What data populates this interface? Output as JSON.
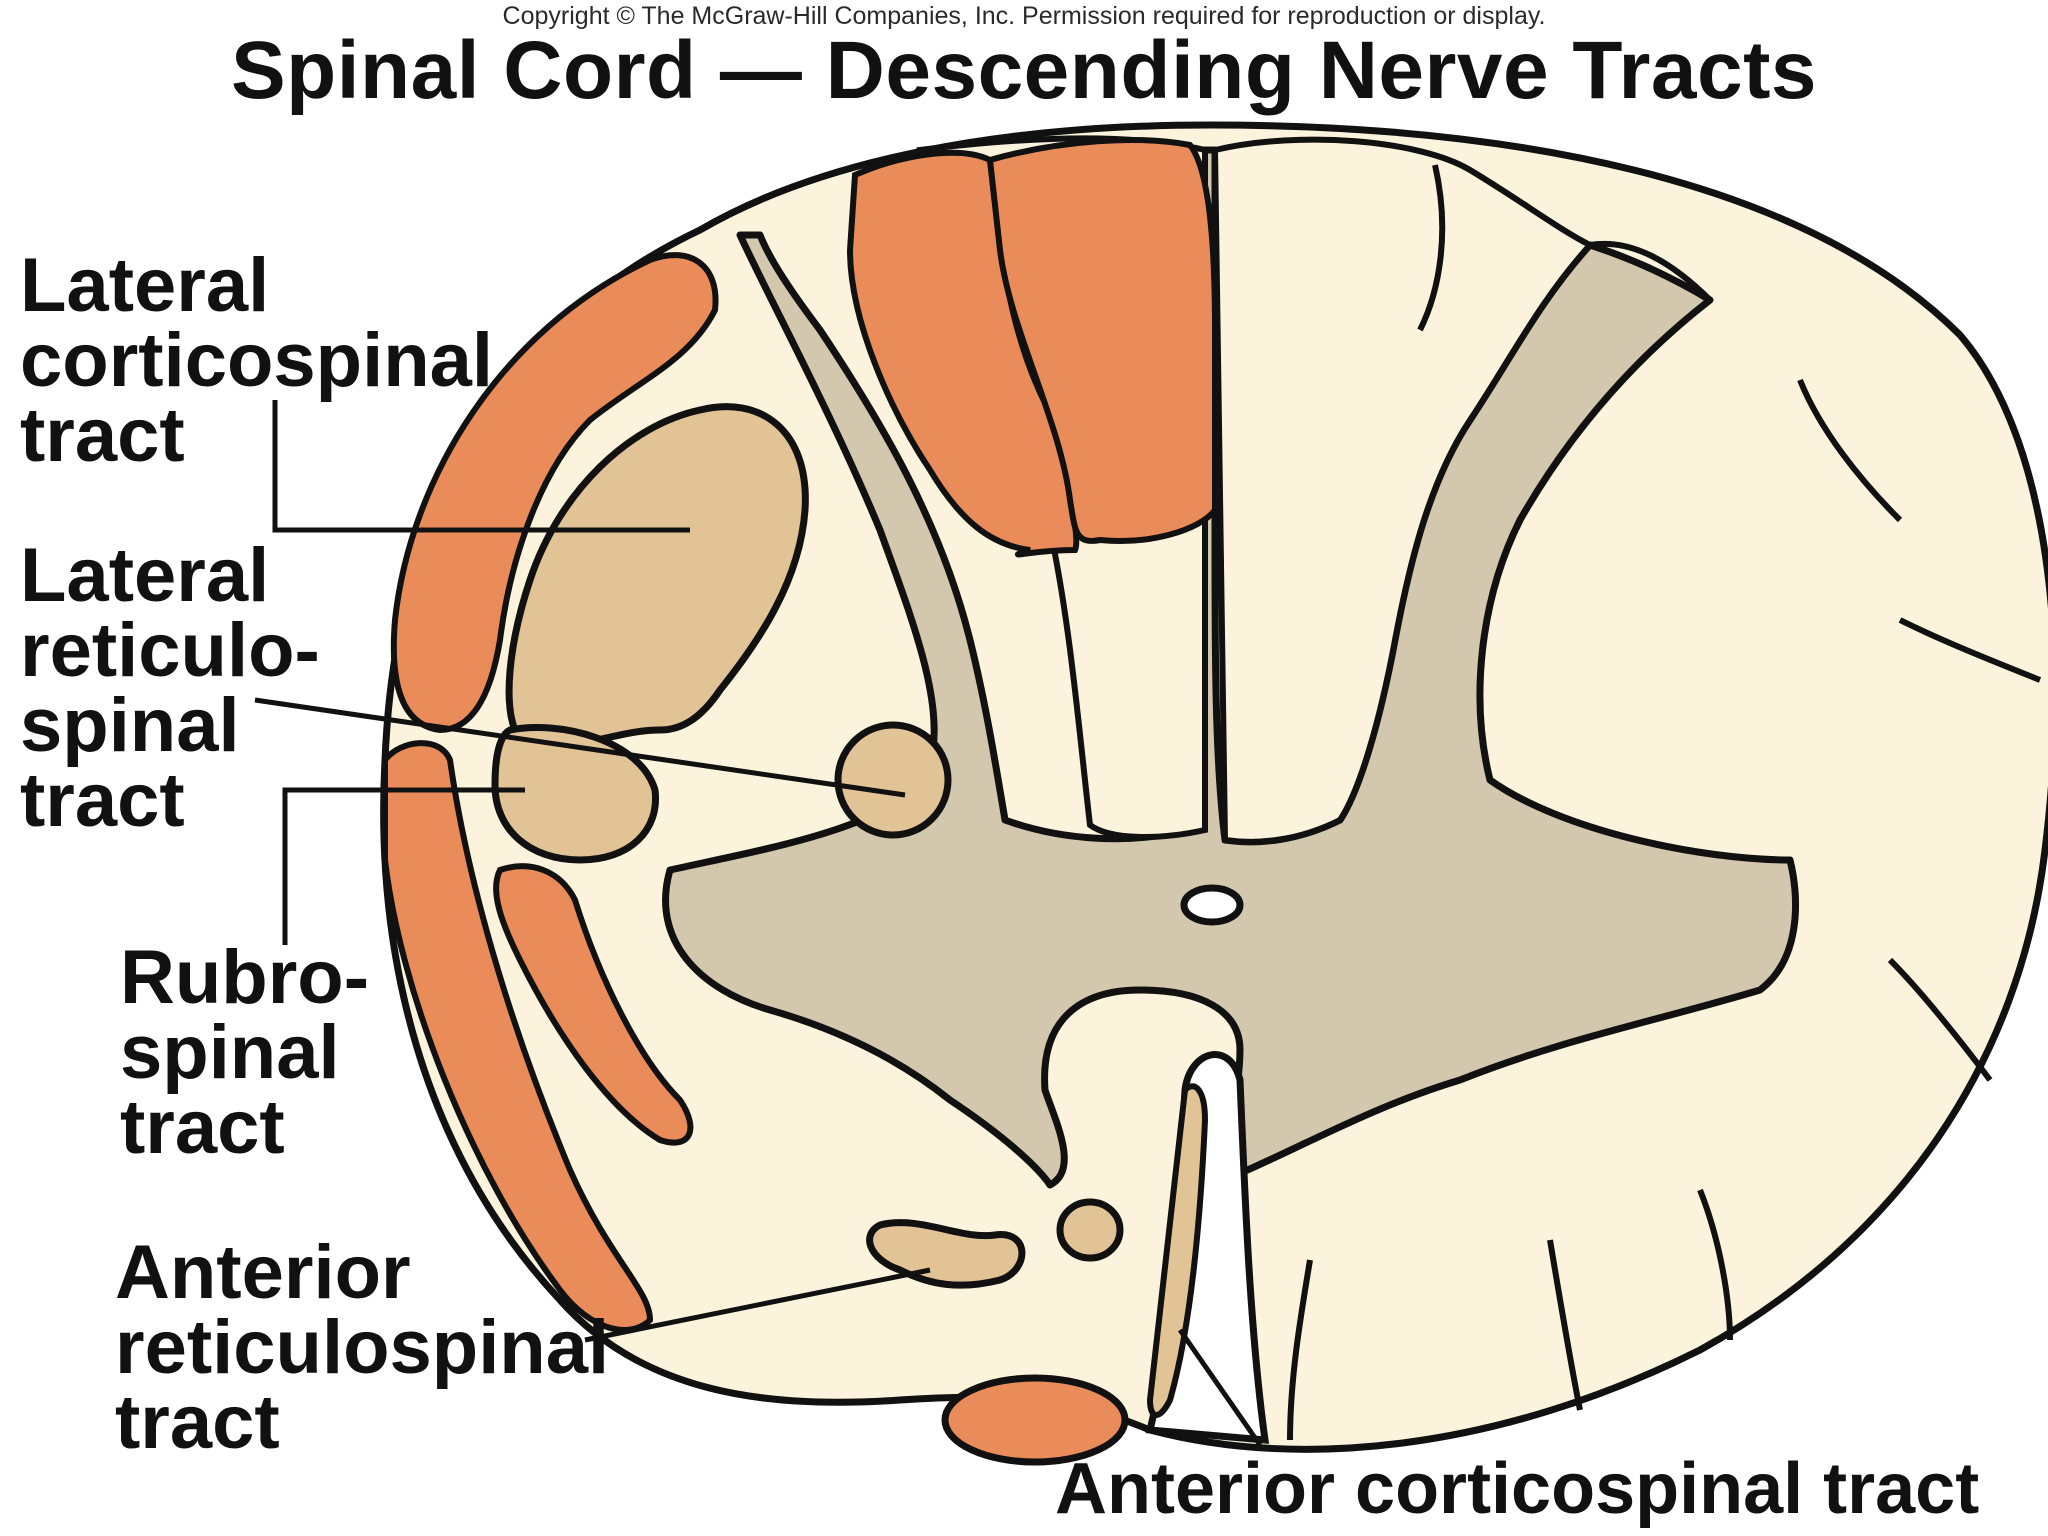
{
  "copyright": "Copyright © The McGraw-Hill Companies, Inc. Permission required for reproduction or display.",
  "title": "Spinal Cord — Descending Nerve Tracts",
  "labels": {
    "lateral_corticospinal": [
      "Lateral",
      "corticospinal",
      "tract"
    ],
    "lateral_reticulospinal": [
      "Lateral",
      "reticulo-",
      "spinal",
      "tract"
    ],
    "rubrospinal": [
      "Rubro-",
      "spinal",
      "tract"
    ],
    "anterior_reticulospinal": [
      "Anterior",
      "reticulospinal",
      "tract"
    ],
    "anterior_corticospinal": "Anterior corticospinal tract"
  },
  "colors": {
    "white_matter": "#fbf3dc",
    "gray_matter": "#d3c8ae",
    "corticospinal_tract": "#ea8c5a",
    "minor_tract": "#e2c396",
    "outline": "#111111",
    "background": "#ffffff"
  }
}
